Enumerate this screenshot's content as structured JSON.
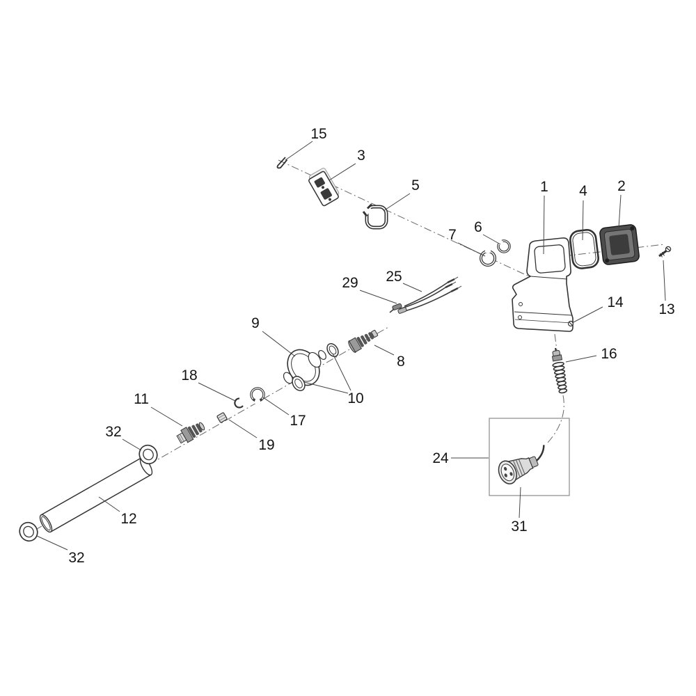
{
  "diagram": {
    "type": "exploded-parts-diagram",
    "background": "#ffffff",
    "line_color": "#333333",
    "dark_fill": "#4d4d4d"
  },
  "labels": {
    "p1": "1",
    "p2": "2",
    "p3": "3",
    "p4": "4",
    "p5": "5",
    "p6": "6",
    "p7": "7",
    "p8": "8",
    "p9": "9",
    "p10": "10",
    "p11": "11",
    "p12": "12",
    "p13": "13",
    "p14": "14",
    "p15": "15",
    "p16": "16",
    "p17": "17",
    "p18": "18",
    "p19": "19",
    "p24": "24",
    "p25": "25",
    "p29": "29",
    "p31": "31",
    "p32_upper": "32",
    "p32_lower": "32"
  }
}
